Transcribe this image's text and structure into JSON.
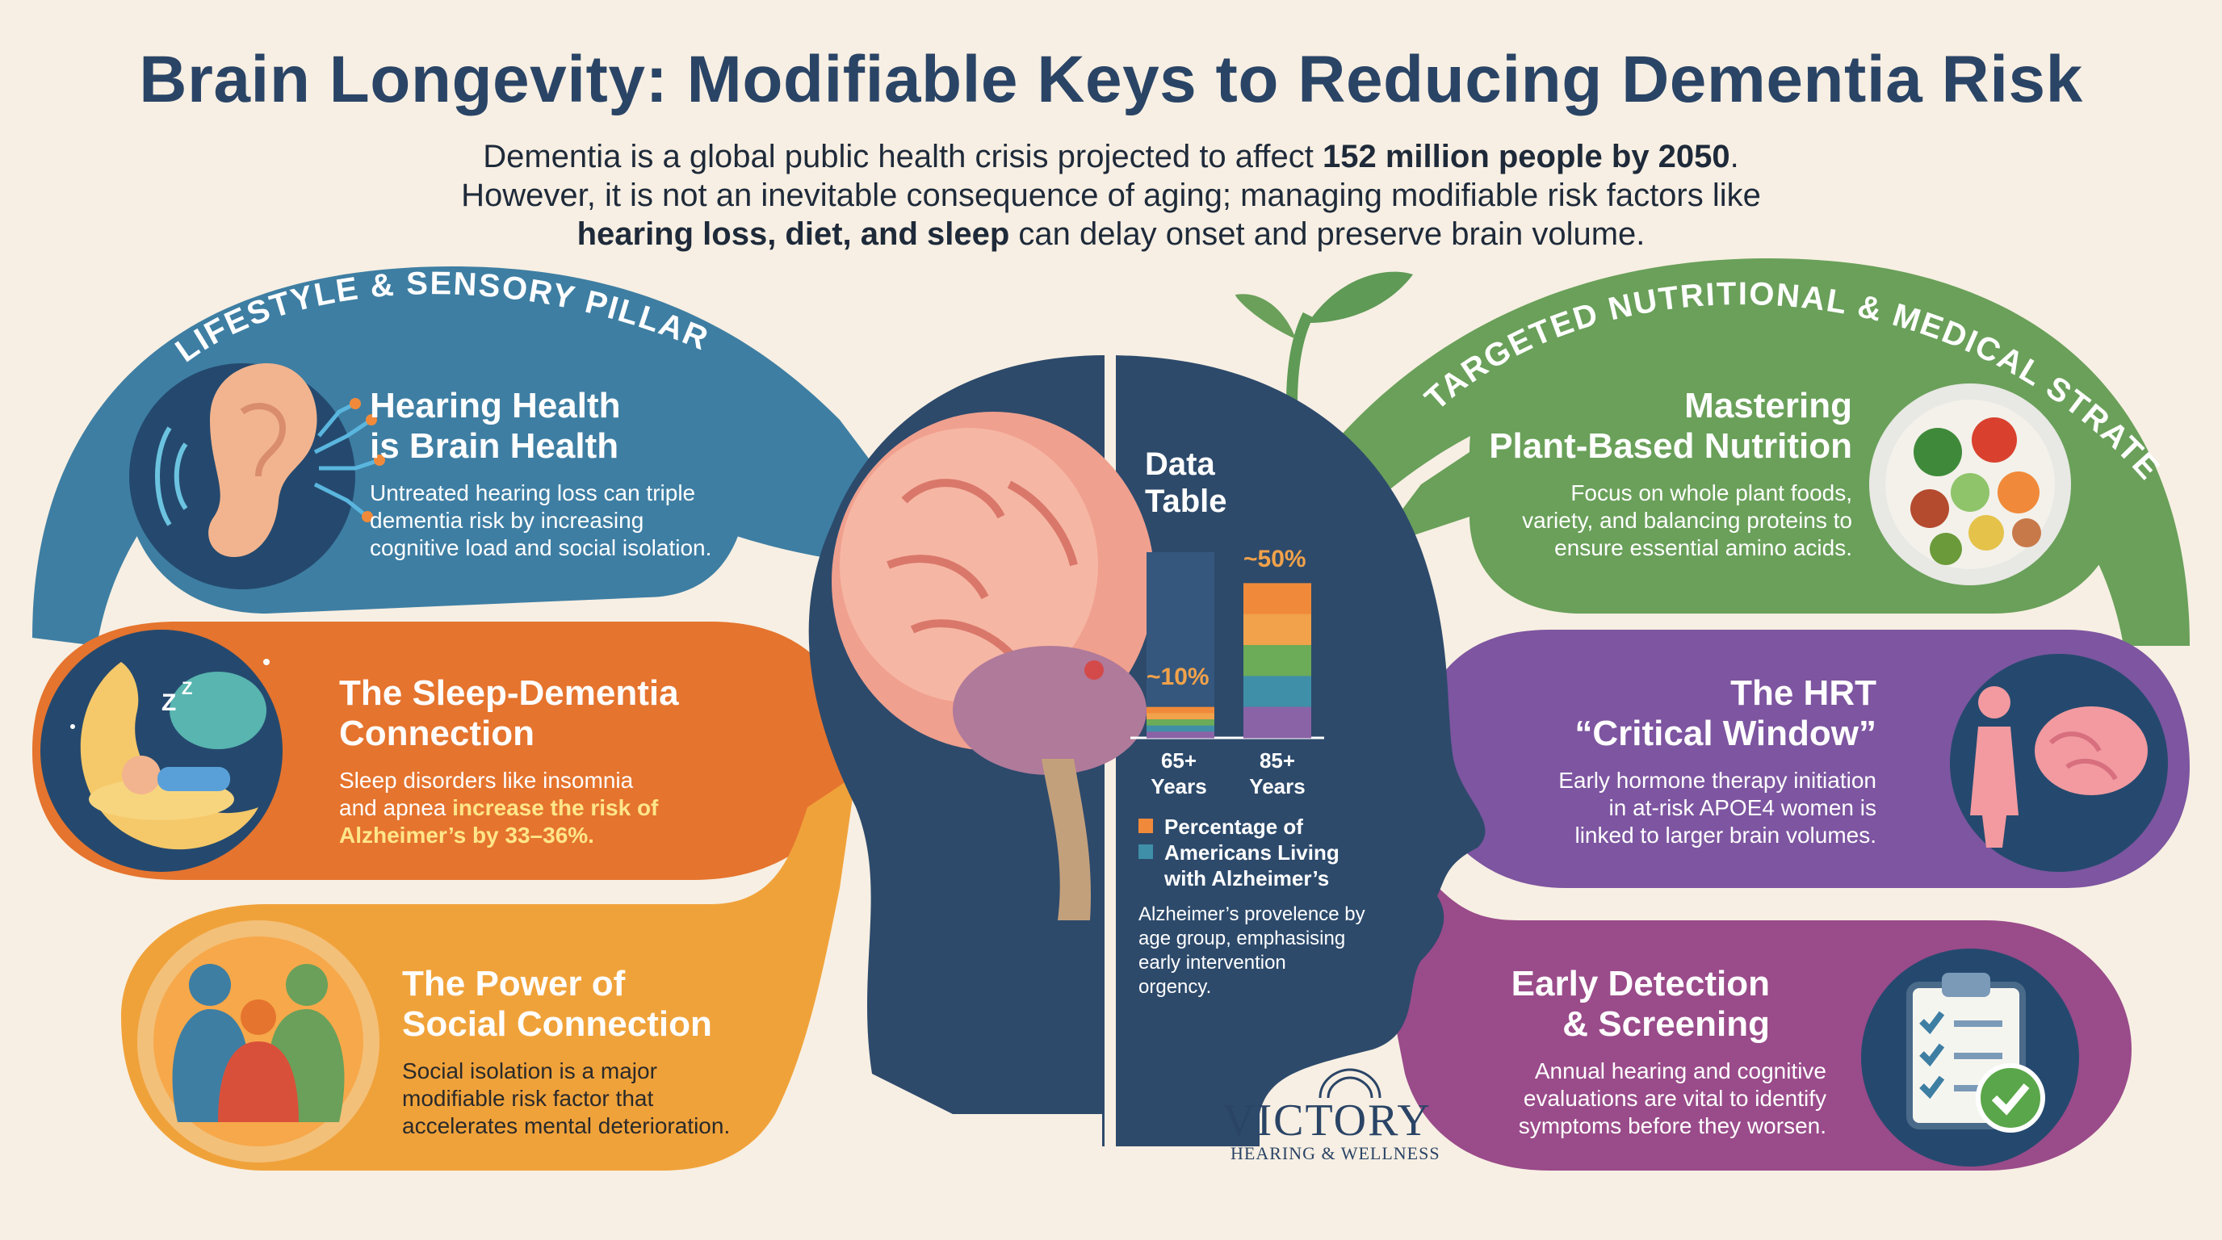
{
  "header": {
    "title": "Brain Longevity: Modifiable Keys to Reducing Dementia Risk",
    "intro_line1_pre": "Dementia is a global public health crisis projected to affect ",
    "intro_line1_bold": "152 million people by 2050",
    "intro_line1_post": ".",
    "intro_line2": "However, it is not an inevitable consequence of aging; managing modifiable risk factors like",
    "intro_line3_bold": "hearing loss, diet, and sleep",
    "intro_line3_post": " can delay onset and preserve brain volume."
  },
  "left_section": {
    "heading": "LIFESTYLE & SENSORY PILLARS",
    "cards": [
      {
        "icon": "ear-icon",
        "title_line1": "Hearing Health",
        "title_line2": "is Brain Health",
        "text_line1": "Untreated hearing loss can triple",
        "text_line2": "dementia risk by increasing",
        "text_line3": "cognitive load and social isolation.",
        "color": "#3e7ea3"
      },
      {
        "icon": "sleeping-moon-icon",
        "title_line1": "The Sleep-Dementia",
        "title_line2": "Connection",
        "text_line1": "Sleep disorders like insomnia",
        "text_line2_pre": "and apnea ",
        "text_line2_bold": "increase the risk of",
        "text_line3_bold": "Alzheimer’s by 33–36%.",
        "color": "#e5742e"
      },
      {
        "icon": "people-embrace-icon",
        "title_line1": "The Power of",
        "title_line2": "Social Connection",
        "text_line1": "Social isolation is a major",
        "text_line2": "modifiable risk factor that",
        "text_line3": "accelerates mental deterioration.",
        "color": "#f0a23a"
      }
    ]
  },
  "right_section": {
    "heading": "TARGETED NUTRITIONAL & MEDICAL STRATEGIES",
    "cards": [
      {
        "icon": "vegetable-bowl-icon",
        "title_line1": "Mastering",
        "title_line2": "Plant-Based Nutrition",
        "text_line1": "Focus on whole plant foods,",
        "text_line2": "variety, and balancing proteins to",
        "text_line3": "ensure essential amino acids.",
        "color": "#6aa05a"
      },
      {
        "icon": "woman-brain-icon",
        "title_line1": "The HRT",
        "title_line2": "“Critical Window”",
        "text_line1": "Early hormone therapy initiation",
        "text_line2": "in at-risk APOE4 women is",
        "text_line3": "linked to larger brain volumes.",
        "color": "#7d55a0"
      },
      {
        "icon": "clipboard-check-icon",
        "title_line1": "Early Detection",
        "title_line2": "& Screening",
        "text_line1": "Annual hearing and cognitive",
        "text_line2": "evaluations are vital to identify",
        "text_line3": "symptoms before they worsen.",
        "color": "#9a4b8a"
      }
    ]
  },
  "data_table": {
    "title_line1": "Data",
    "title_line2": "Table",
    "legend_line1": "Percentage of",
    "legend_line2": "Americans Living",
    "legend_line3": "with Alzheimer’s",
    "caption_line1": "Alzheimer’s provelence by",
    "caption_line2": "age group, emphasising",
    "caption_line3": "early intervention",
    "caption_line4": "orgency."
  },
  "chart_data": {
    "type": "bar",
    "categories": [
      "65+ Years",
      "85+ Years"
    ],
    "category_line1": [
      "65+",
      "85+"
    ],
    "category_line2": [
      "Years",
      "Years"
    ],
    "values": [
      10,
      50
    ],
    "value_labels": [
      "~10%",
      "~50%"
    ],
    "ylim": [
      0,
      60
    ],
    "segment_colors": [
      "#f08a3a",
      "#f2a24a",
      "#6cab58",
      "#3f8fa8",
      "#8a63a6"
    ],
    "title": "",
    "xlabel": "",
    "ylabel": ""
  },
  "logo": {
    "main": "VICTORY",
    "sub": "HEARING & WELLNESS"
  },
  "colors": {
    "title": "#2a4466",
    "head": "#2d4a6b",
    "background": "#f7efe3"
  }
}
